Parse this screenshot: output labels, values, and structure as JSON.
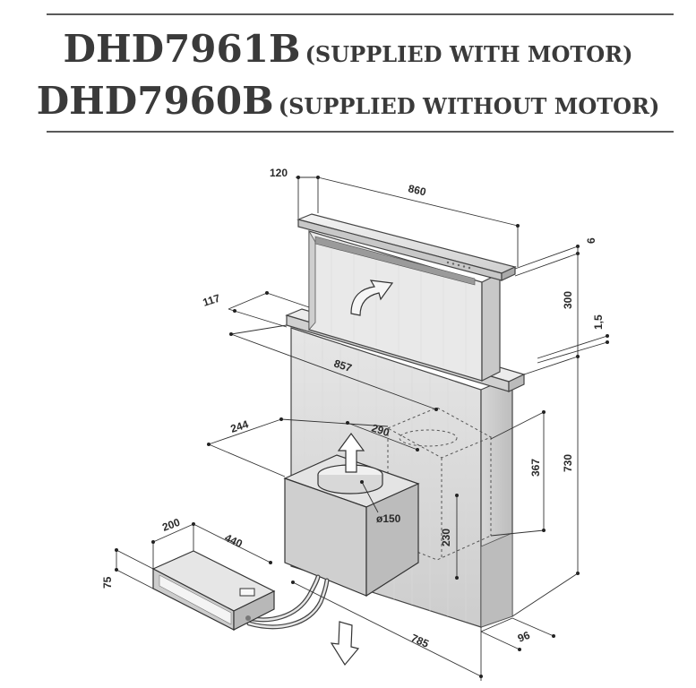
{
  "title": {
    "line1_model": "DHD7961B",
    "line1_note": "(SUPPLIED WITH MOTOR)",
    "line2_model": "DHD7960B",
    "line2_note": "(SUPPLIED WITHOUT MOTOR)"
  },
  "dimensions": {
    "d120": "120",
    "d860": "860",
    "d6": "6",
    "d300": "300",
    "d117": "117",
    "d1_5": "1,5",
    "d857": "857",
    "d244": "244",
    "d290": "290",
    "d367": "367",
    "d730": "730",
    "d150": "ø150",
    "d200": "200",
    "d440": "440",
    "d230": "230",
    "d75": "75",
    "d785": "785",
    "d96": "96"
  }
}
